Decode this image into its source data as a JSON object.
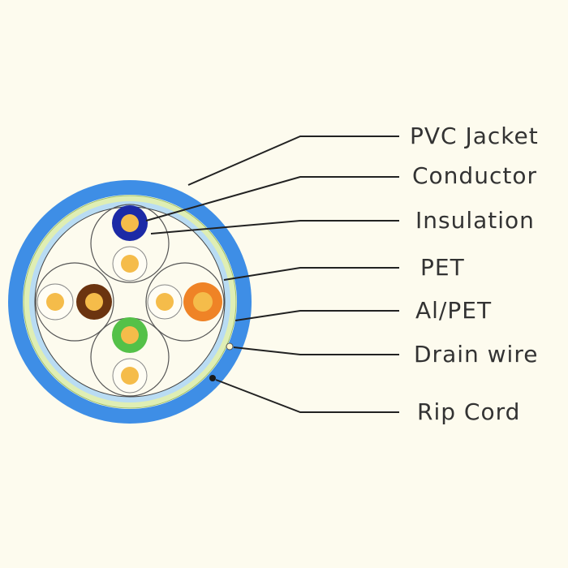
{
  "labels": {
    "pvc_jacket": "PVC Jacket",
    "conductor": "Conductor",
    "insulation": "Insulation",
    "pet": "PET",
    "al_pet": "Al/PET",
    "drain_wire": "Drain wire",
    "rip_cord": "Rip Cord"
  },
  "colors": {
    "background": "#fdfbee",
    "jacket": "#3e8ee6",
    "pet_layer": "#b9dcf3",
    "al_pet_layer": "#dfeeb4",
    "conductor": "#f5bc4a",
    "pair_blue": "#1c2aa6",
    "pair_brown": "#6b3410",
    "pair_orange": "#ef8326",
    "pair_green": "#54c148"
  }
}
